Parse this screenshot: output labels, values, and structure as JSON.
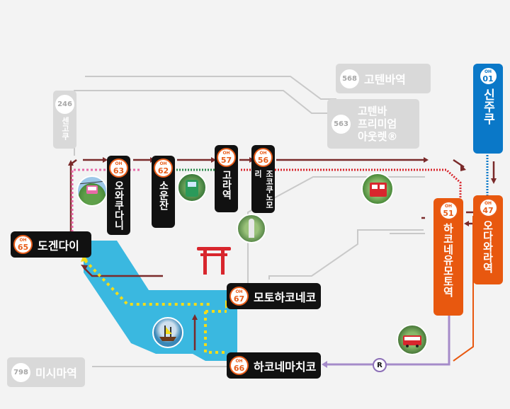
{
  "stations": {
    "odakyu_shinjuku": {
      "line": "OH",
      "num": "01",
      "name": "신주쿠"
    },
    "odawara": {
      "line": "OH",
      "num": "47",
      "name": "오다와라역"
    },
    "hakone_yumoto": {
      "line": "OH",
      "num": "51",
      "name": "하코네유모토역"
    },
    "gora": {
      "line": "OH",
      "num": "57",
      "name": "고라역"
    },
    "sounzan": {
      "line": "OH",
      "num": "62",
      "name": "소운잔"
    },
    "owakudani": {
      "line": "OH",
      "num": "63",
      "name": "오와쿠다니"
    },
    "togendai": {
      "line": "OH",
      "num": "65",
      "name": "도겐다이"
    },
    "choku_koen": {
      "line": "OH",
      "num": "56",
      "name": "조코쿠노모리"
    },
    "moto_hakone": {
      "line": "OH",
      "num": "67",
      "name": "모토하코네코"
    },
    "hakone_machi": {
      "line": "OH",
      "num": "66",
      "name": "하코네마치코"
    }
  },
  "bus_stops": {
    "sengoku": {
      "num": "246",
      "name": "센고쿠"
    },
    "gotemba_station": {
      "num": "568",
      "name": "고텐바역"
    },
    "gotemba_outlets": {
      "num": "563",
      "name": "고텐바 프리미엄 아웃렛",
      "lines": [
        "고텐바",
        "프리미엄",
        "아웃렛®"
      ]
    },
    "mishima_station": {
      "num": "798",
      "name": "미시마역"
    }
  },
  "markers": {
    "r_label": "R"
  },
  "colors": {
    "odakyu_blue": "#0a78c8",
    "hakone_orange": "#e8580f",
    "lake_blue": "#3ab8e0",
    "ropeway_pink": "#e86aa8",
    "cable_green": "#2a8a4a",
    "tozan_red": "#d8262d",
    "bus_brown": "#7a2a2a",
    "boat_yellow": "#f2dc1a",
    "route_purple": "#a58bc9",
    "road_gray": "#c9c9c9"
  }
}
